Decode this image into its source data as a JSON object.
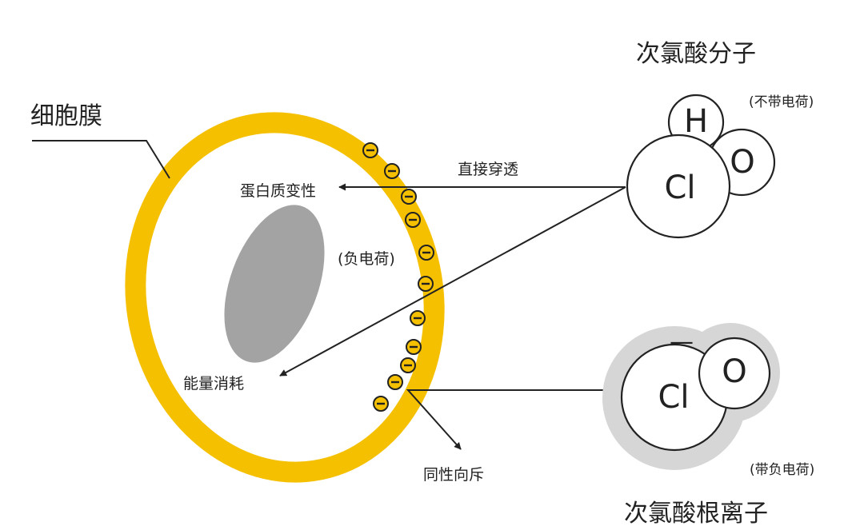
{
  "labels": {
    "cell_membrane": "细胞膜",
    "hocl_molecule": "次氯酸分子",
    "no_charge": "(不带电荷)",
    "direct_penetration": "直接穿透",
    "protein_denaturation": "蛋白质变性",
    "negative_charge": "(负电荷)",
    "energy_consumption": "能量消耗",
    "like_charges_repel": "同性向斥",
    "with_negative_charge": "(带负电荷)",
    "hypochlorite_ion": "次氯酸根离子"
  },
  "atoms": {
    "molecule_h": "H",
    "molecule_o": "O",
    "molecule_cl": "Cl",
    "ion_cl": "Cl",
    "ion_o": "O",
    "ion_charge_mark": "—"
  },
  "membrane_charges": 11,
  "colors": {
    "membrane": "#f5c000",
    "nucleus": "#a3a3a3",
    "ion_halo": "#d6d6d6",
    "ink": "#222222"
  }
}
